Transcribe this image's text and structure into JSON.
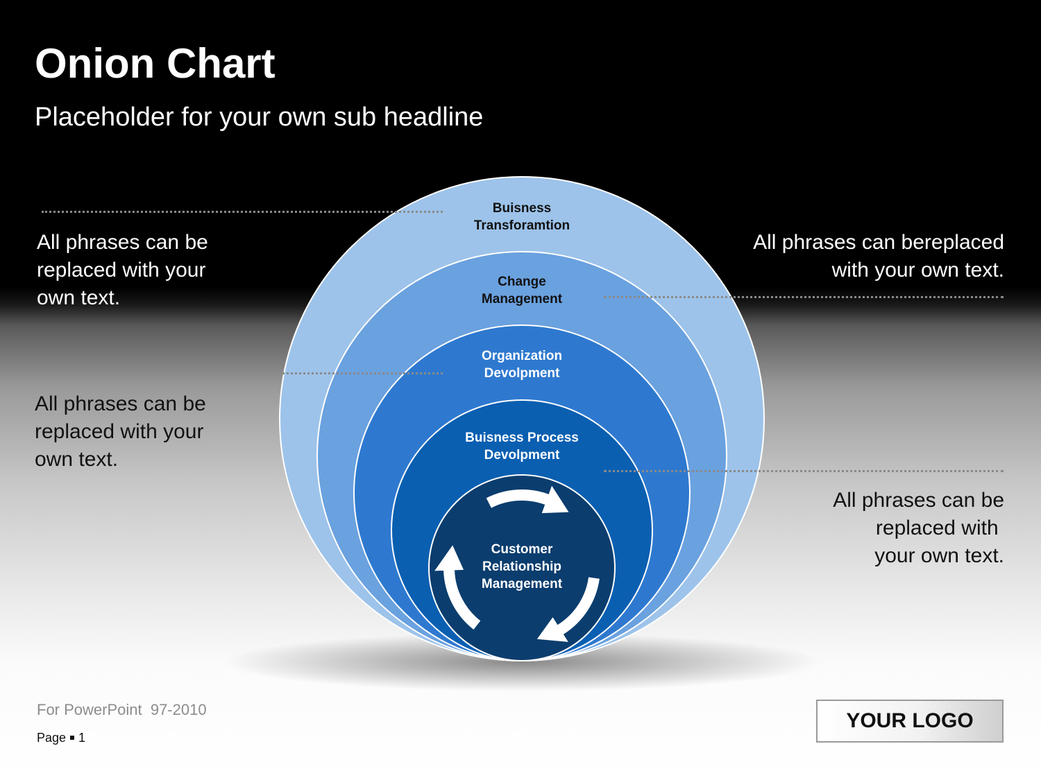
{
  "header": {
    "title": "Onion Chart",
    "subtitle": "Placeholder for your own sub headline"
  },
  "layers": [
    {
      "name": "layer-business-transformation",
      "lines": [
        "Buisness",
        "Transforamtion"
      ],
      "color": "#9dc3ea",
      "text_color": "#111111"
    },
    {
      "name": "layer-change-management",
      "lines": [
        "Change",
        "Management"
      ],
      "color": "#6aa1df",
      "text_color": "#111111"
    },
    {
      "name": "layer-organization-development",
      "lines": [
        "Organization",
        "Devolpment"
      ],
      "color": "#2e79cf",
      "text_color": "#ffffff"
    },
    {
      "name": "layer-business-process-development",
      "lines": [
        "Buisness Process",
        "Devolpment"
      ],
      "color": "#0a5fb1",
      "text_color": "#ffffff"
    },
    {
      "name": "layer-customer-relationship-management",
      "lines": [
        "Customer",
        "Relationship",
        "Management"
      ],
      "color": "#0b3d6e",
      "text_color": "#ffffff"
    }
  ],
  "phrases": {
    "top_left": [
      "All phrases can be",
      "replaced with your",
      "own text."
    ],
    "top_right": [
      "All phrases can bereplaced",
      "with your own text."
    ],
    "middle_left": [
      "All phrases can be",
      "replaced with your",
      "own text."
    ],
    "bottom_right": [
      "All phrases can be",
      "replaced with ",
      "your own text."
    ]
  },
  "footer": {
    "note": "For PowerPoint  97-2010",
    "page_label": "Page",
    "page_number": "1",
    "logo": "YOUR LOGO"
  },
  "icons": [
    "cycle-arrows-icon"
  ]
}
